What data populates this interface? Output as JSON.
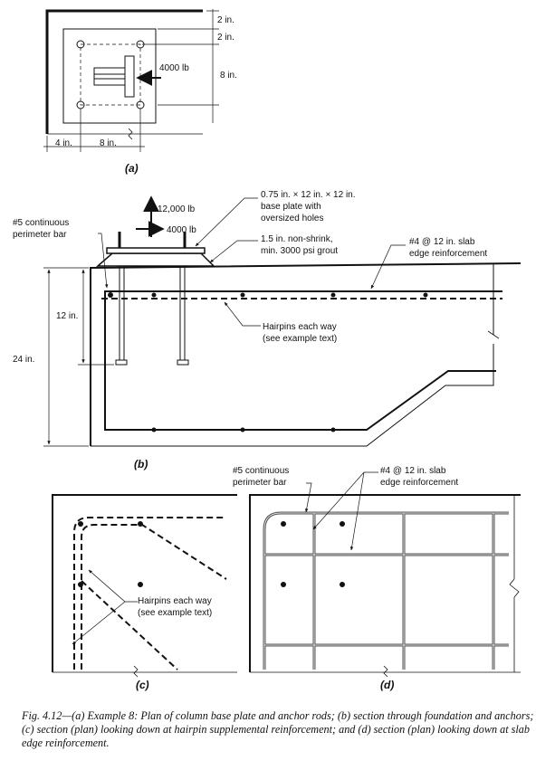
{
  "panel_a": {
    "label": "(a)",
    "dims": {
      "top_edge": "2 in.",
      "top_bolt": "2 in.",
      "height": "8 in.",
      "left": "4 in.",
      "bottom": "8 in."
    },
    "load": "4000 lb"
  },
  "panel_b": {
    "label": "(b)",
    "loads": {
      "vertical": "12,000 lb",
      "horizontal": "4000 lb"
    },
    "callouts": {
      "plate": [
        "0.75 in. × 12 in. × 12 in.",
        "base plate with",
        "oversized holes"
      ],
      "grout": [
        "1.5 in. non-shrink,",
        "min. 3000 psi grout"
      ],
      "slab_edge": [
        "#4 @ 12 in. slab",
        "edge reinforcement"
      ],
      "perimeter": [
        "#5 continuous",
        "perimeter bar"
      ],
      "hairpins": [
        "Hairpins each way",
        "(see example text)"
      ]
    },
    "dims": {
      "anchor_depth": "12 in.",
      "depth": "24 in."
    }
  },
  "panel_c": {
    "label": "(c)",
    "callouts": {
      "hairpins": [
        "Hairpins each way",
        "(see example text)"
      ]
    }
  },
  "panel_d": {
    "label": "(d)",
    "callouts": {
      "perimeter": [
        "#5 continuous",
        "perimeter bar"
      ],
      "slab_edge": [
        "#4 @ 12 in. slab",
        "edge reinforcement"
      ]
    }
  },
  "caption": "Fig. 4.12—(a) Example 8: Plan of column base plate and anchor rods; (b) section through foundation and anchors; (c) section (plan) looking down at hairpin supplemental reinforcement; and (d) section (plan) looking down at slab edge reinforcement."
}
